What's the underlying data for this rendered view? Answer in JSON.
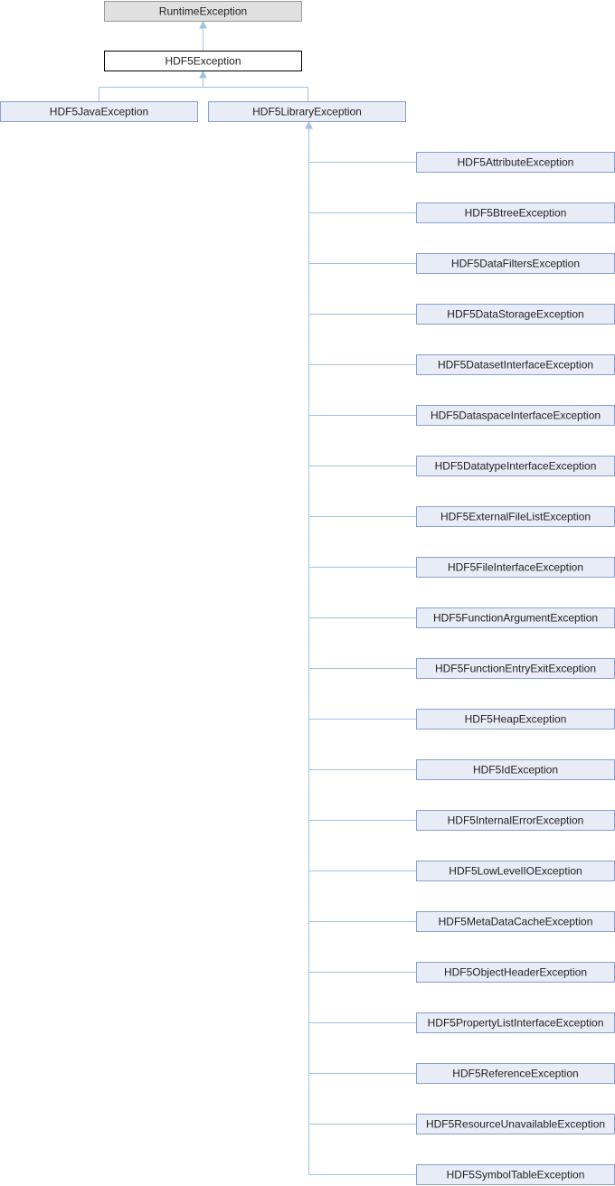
{
  "nodes": {
    "runtime": {
      "label": "RuntimeException",
      "kind": "external"
    },
    "hdf5": {
      "label": "HDF5Exception",
      "kind": "current"
    },
    "java": {
      "label": "HDF5JavaException",
      "kind": "link"
    },
    "library": {
      "label": "HDF5LibraryException",
      "kind": "link"
    }
  },
  "library_subclasses": [
    "HDF5AttributeException",
    "HDF5BtreeException",
    "HDF5DataFiltersException",
    "HDF5DataStorageException",
    "HDF5DatasetInterfaceException",
    "HDF5DataspaceInterfaceException",
    "HDF5DatatypeInterfaceException",
    "HDF5ExternalFileListException",
    "HDF5FileInterfaceException",
    "HDF5FunctionArgumentException",
    "HDF5FunctionEntryExitException",
    "HDF5HeapException",
    "HDF5IdException",
    "HDF5InternalErrorException",
    "HDF5LowLevelIOException",
    "HDF5MetaDataCacheException",
    "HDF5ObjectHeaderException",
    "HDF5PropertyListInterfaceException",
    "HDF5ReferenceException",
    "HDF5ResourceUnavailableException",
    "HDF5SymbolTableException"
  ],
  "colors": {
    "edge": "#a3c2e0",
    "external_fill": "#e0e0e0",
    "link_fill": "#e8ecf6",
    "link_border": "#8aa0cc"
  }
}
